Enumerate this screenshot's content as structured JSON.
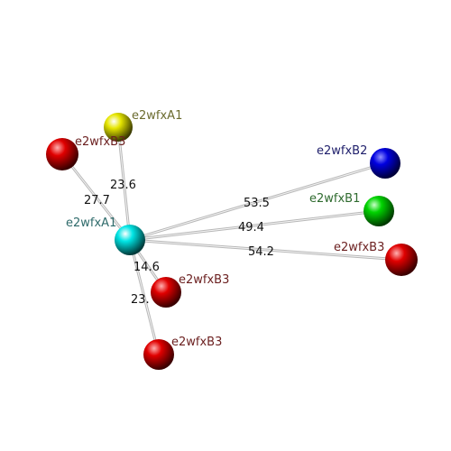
{
  "atoms": {
    "center": {
      "label": "e2wfxA1",
      "color": "#00e5e5",
      "label_color": "#2f6b6b"
    },
    "a1_yellow": {
      "label": "e2wfxA1",
      "color": "#e6e600",
      "label_color": "#6b6b2f"
    },
    "b3_left": {
      "label": "e2wfxB3",
      "color": "#e00000",
      "label_color": "#6b1f1f"
    },
    "b2_blue": {
      "label": "e2wfxB2",
      "color": "#0000e0",
      "label_color": "#1f1f6b"
    },
    "b1_green": {
      "label": "e2wfxB1",
      "color": "#00d400",
      "label_color": "#2f6b2f"
    },
    "b3_right": {
      "label": "e2wfxB3",
      "color": "#e00000",
      "label_color": "#6b1f1f"
    },
    "b3_mid": {
      "label": "e2wfxB3",
      "color": "#e00000",
      "label_color": "#6b1f1f"
    },
    "b3_low": {
      "label": "e2wfxB3",
      "color": "#e00000",
      "label_color": "#6b1f1f"
    }
  },
  "distances": {
    "to_a1_yellow": "23.6",
    "to_b3_left": "27.7",
    "to_b2_blue": "53.5",
    "to_b1_green": "49.4",
    "to_b3_right": "54.2",
    "to_b3_mid": "14.6",
    "to_b3_low": "23."
  }
}
